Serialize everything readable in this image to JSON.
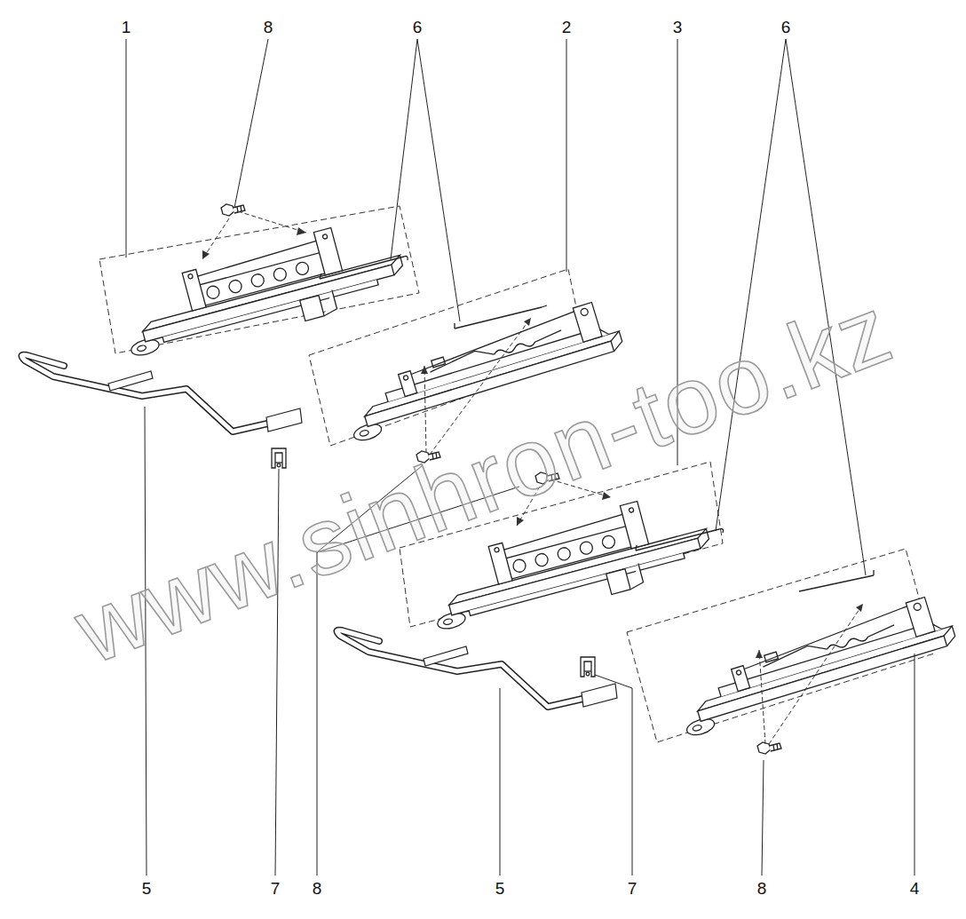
{
  "diagram": {
    "labels": [
      "1",
      "8",
      "6",
      "2",
      "3",
      "6",
      "5",
      "7",
      "8",
      "5",
      "7",
      "8",
      "4",
      "www.sinhron-too.kz"
    ]
  }
}
